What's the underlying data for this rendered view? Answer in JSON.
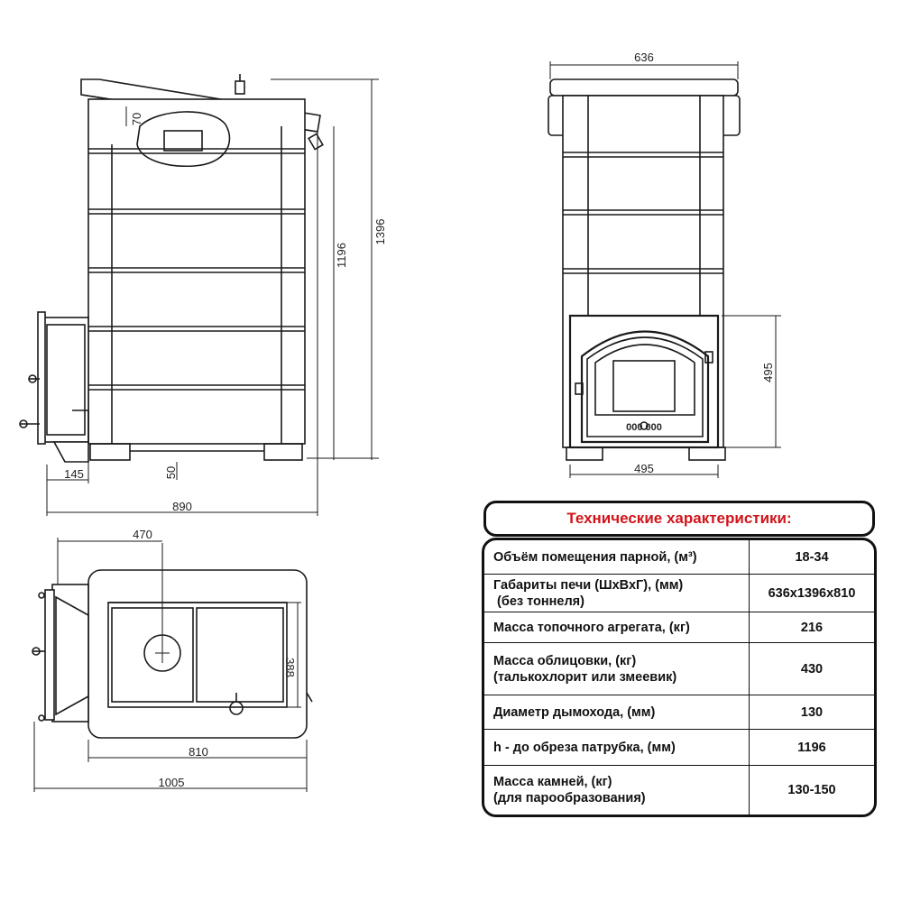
{
  "dimensions": {
    "side": {
      "width_total": "890",
      "height_total": "1396",
      "pipe_height": "1196",
      "top_offset": "70",
      "tunnel_len": "145",
      "leg_height": "50"
    },
    "front": {
      "width": "636",
      "door_height": "495",
      "door_width": "495"
    },
    "top": {
      "depth_outer": "470",
      "depth_inner": "388",
      "width_body": "810",
      "width_total": "1005"
    }
  },
  "specs": {
    "title": "Технические характеристики:",
    "rows": [
      {
        "label": [
          "Объём помещения парной, (м³)"
        ],
        "value": "18-34"
      },
      {
        "label": [
          "Габариты печи (ШхВхГ), (мм)",
          " (без тоннеля)"
        ],
        "value": "636x1396x810"
      },
      {
        "label": [
          "Масса топочного агрегата, (кг)"
        ],
        "value": "216"
      },
      {
        "label": [
          "Масса облицовки, (кг)",
          "(талькохлорит или змеевик)"
        ],
        "value": "430"
      },
      {
        "label": [
          "Диаметр дымохода, (мм)"
        ],
        "value": "130"
      },
      {
        "label": [
          "h - до обреза патрубка, (мм)"
        ],
        "value": "1196"
      },
      {
        "label": [
          "Масса камней, (кг)",
          "(для парообразования)"
        ],
        "value": "130-150"
      }
    ]
  },
  "door_label": "000 000"
}
